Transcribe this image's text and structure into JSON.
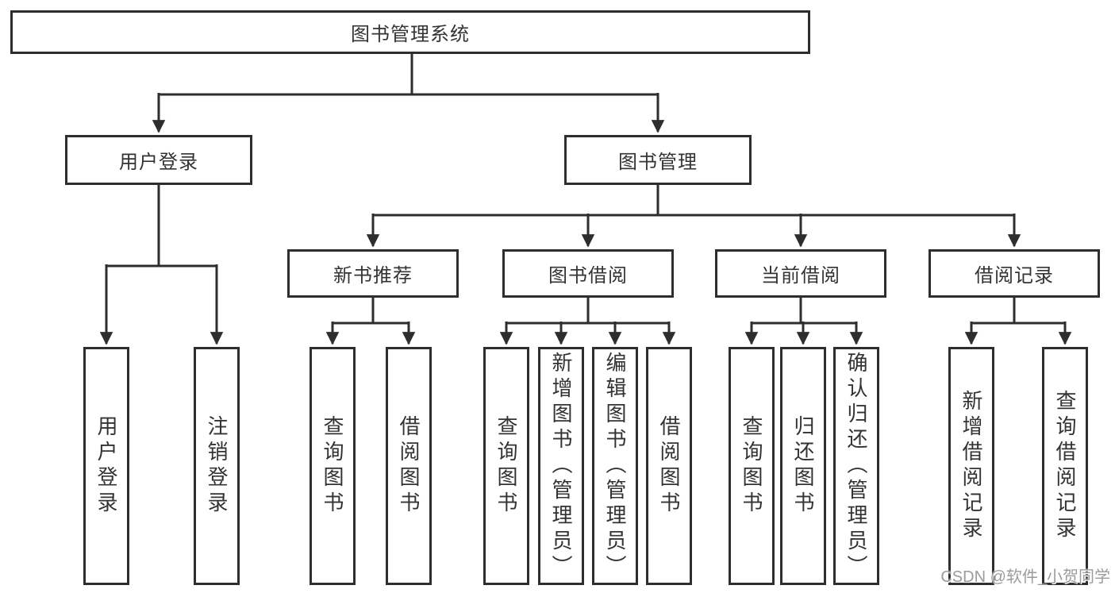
{
  "watermark": "CSDN @软件_小贺同学",
  "colors": {
    "line": "#2e2e2e",
    "text": "#333333",
    "watermark": "#9b9b9b",
    "background": "#ffffff"
  },
  "tree": {
    "root": "图书管理系统",
    "branches": [
      {
        "label": "用户登录",
        "children": [
          "用户登录",
          "注销登录"
        ]
      },
      {
        "label": "图书管理",
        "children": [
          {
            "label": "新书推荐",
            "children": [
              "查询图书",
              "借阅图书"
            ]
          },
          {
            "label": "图书借阅",
            "children": [
              "查询图书",
              "新增图书（管理员）",
              "编辑图书（管理员）",
              "借阅图书"
            ]
          },
          {
            "label": "当前借阅",
            "children": [
              "查询图书",
              "归还图书",
              "确认归还（管理员）"
            ]
          },
          {
            "label": "借阅记录",
            "children": [
              "新增借阅记录",
              "查询借阅记录"
            ]
          }
        ]
      }
    ]
  }
}
